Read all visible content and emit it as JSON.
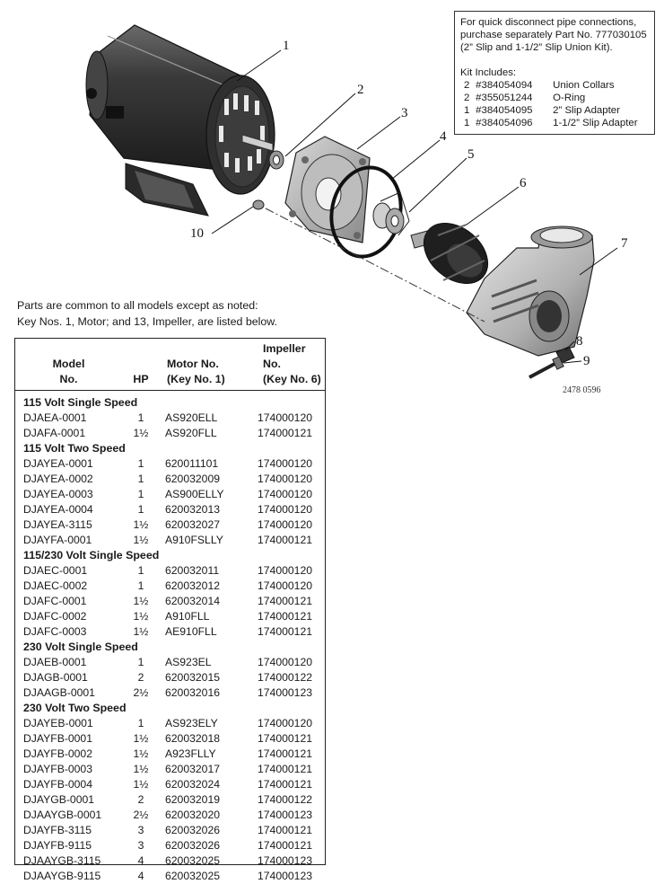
{
  "diagram": {
    "callouts": [
      "1",
      "2",
      "3",
      "4",
      "5",
      "6",
      "7",
      "8",
      "9",
      "10"
    ],
    "figure_id": "2478 0596"
  },
  "kit_box": {
    "intro_lines": [
      "For quick disconnect pipe connections,",
      "purchase separately Part No. 777030105",
      "(2” Slip and 1-1/2” Slip Union Kit)."
    ],
    "includes_heading": "Kit Includes:",
    "items": [
      {
        "qty": "2",
        "part": "#384054094",
        "desc": "Union Collars"
      },
      {
        "qty": "2",
        "part": "#355051244",
        "desc": "O-Ring"
      },
      {
        "qty": "1",
        "part": "#384054095",
        "desc": "2” Slip Adapter"
      },
      {
        "qty": "1",
        "part": "#384054096",
        "desc": "1-1/2” Slip Adapter"
      }
    ]
  },
  "note": {
    "line1": "Parts are common to all models except as noted:",
    "line2": "Key Nos. 1, Motor; and 13, Impeller, are listed below."
  },
  "table": {
    "headers": {
      "model_1": "Model",
      "model_2": "No.",
      "hp": "HP",
      "motor_1": "Motor No.",
      "motor_2": "(Key No. 1)",
      "impeller_1": "Impeller No.",
      "impeller_2": "(Key No. 6)"
    },
    "groups": [
      {
        "title": "115 Volt Single Speed",
        "rows": [
          [
            "DJAEA-0001",
            "1",
            "AS920ELL",
            "174000120"
          ],
          [
            "DJAFA-0001",
            "1½",
            "AS920FLL",
            "174000121"
          ]
        ]
      },
      {
        "title": "115 Volt Two Speed",
        "rows": [
          [
            "DJAYEA-0001",
            "1",
            "620011101",
            "174000120"
          ],
          [
            "DJAYEA-0002",
            "1",
            "620032009",
            "174000120"
          ],
          [
            "DJAYEA-0003",
            "1",
            "AS900ELLY",
            "174000120"
          ],
          [
            "DJAYEA-0004",
            "1",
            "620032013",
            "174000120"
          ],
          [
            "DJAYEA-3115",
            "1½",
            "620032027",
            "174000120"
          ],
          [
            "DJAYFA-0001",
            "1½",
            "A910FSLLY",
            "174000121"
          ]
        ]
      },
      {
        "title": "115/230 Volt Single Speed",
        "rows": [
          [
            "DJAEC-0001",
            "1",
            "620032011",
            "174000120"
          ],
          [
            "DJAEC-0002",
            "1",
            "620032012",
            "174000120"
          ],
          [
            "DJAFC-0001",
            "1½",
            "620032014",
            "174000121"
          ],
          [
            "DJAFC-0002",
            "1½",
            "A910FLL",
            "174000121"
          ],
          [
            "DJAFC-0003",
            "1½",
            "AE910FLL",
            "174000121"
          ]
        ]
      },
      {
        "title": "230 Volt Single Speed",
        "rows": [
          [
            "DJAEB-0001",
            "1",
            "AS923EL",
            "174000120"
          ],
          [
            "DJAGB-0001",
            "2",
            "620032015",
            "174000122"
          ],
          [
            "DJAAGB-0001",
            "2½",
            "620032016",
            "174000123"
          ]
        ]
      },
      {
        "title": "230 Volt Two Speed",
        "rows": [
          [
            "DJAYEB-0001",
            "1",
            "AS923ELY",
            "174000120"
          ],
          [
            "DJAYFB-0001",
            "1½",
            "620032018",
            "174000121"
          ],
          [
            "DJAYFB-0002",
            "1½",
            "A923FLLY",
            "174000121"
          ],
          [
            "DJAYFB-0003",
            "1½",
            "620032017",
            "174000121"
          ],
          [
            "DJAYFB-0004",
            "1½",
            "620032024",
            "174000121"
          ],
          [
            "DJAYGB-0001",
            "2",
            "620032019",
            "174000122"
          ],
          [
            "DJAAYGB-0001",
            "2½",
            "620032020",
            "174000123"
          ],
          [
            "DJAYFB-3115",
            "3",
            "620032026",
            "174000121"
          ],
          [
            "DJAYFB-9115",
            "3",
            "620032026",
            "174000121"
          ],
          [
            "DJAAYGB-3115",
            "4",
            "620032025",
            "174000123"
          ],
          [
            "DJAAYGB-9115",
            "4",
            "620032025",
            "174000123"
          ]
        ]
      }
    ]
  }
}
